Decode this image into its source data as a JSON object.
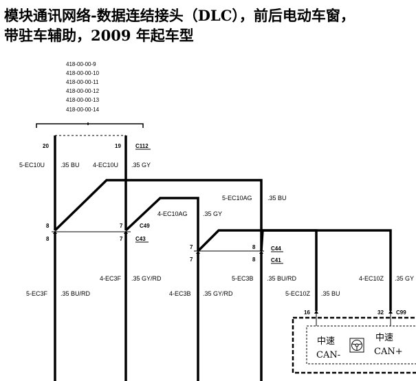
{
  "title": {
    "line1": "模块通讯网络-数据连结接头（DLC），前后电动车窗，",
    "line2": "带驻车辅助，2009 年起车型"
  },
  "page_refs": [
    "418-00-00-9",
    "418-00-00-10",
    "418-00-00-11",
    "418-00-00-12",
    "418-00-00-13",
    "418-00-00-14"
  ],
  "connectors": {
    "c112": "C112",
    "c49": "C49",
    "c43": "C43",
    "c44": "C44",
    "c41": "C41",
    "c99": "C99"
  },
  "pins": {
    "p20": "20",
    "p19": "19",
    "p8_top": "8",
    "p8_bot": "8",
    "p7_top": "7",
    "p7_bot": "7",
    "p7b_top": "7",
    "p7b_bot": "7",
    "p8b_top": "8",
    "p8b_bot": "8",
    "p16": "16",
    "p32": "32"
  },
  "wires": {
    "ec10u_bu": {
      "id": "5-EC10U",
      "spec": ".35 BU"
    },
    "ec10u_gy": {
      "id": "4-EC10U",
      "spec": ".35 GY"
    },
    "ec10ag_bu": {
      "id": "5-EC10AG",
      "spec": ".35 BU"
    },
    "ec10ag_gy": {
      "id": "4-EC10AG",
      "spec": ".35 GY"
    },
    "ec3f_bu": {
      "id": "5-EC3F",
      "spec": ".35 BU/RD"
    },
    "ec3f_gy": {
      "id": "4-EC3F",
      "spec": ".35 GY/RD"
    },
    "ec3b_gy": {
      "id": "4-EC3B",
      "spec": ".35 GY/RD"
    },
    "ec3b_bu": {
      "id": "5-EC3B",
      "spec": ".35 BU/RD"
    },
    "ec10z_bu": {
      "id": "5-EC10Z",
      "spec": ".35 BU"
    },
    "ec10z_gy": {
      "id": "4-EC10Z",
      "spec": ".35 GY"
    }
  },
  "can": {
    "low_label_1": "中速",
    "low_label_2": "CAN-",
    "high_label_1": "中速",
    "high_label_2": "CAN+"
  }
}
